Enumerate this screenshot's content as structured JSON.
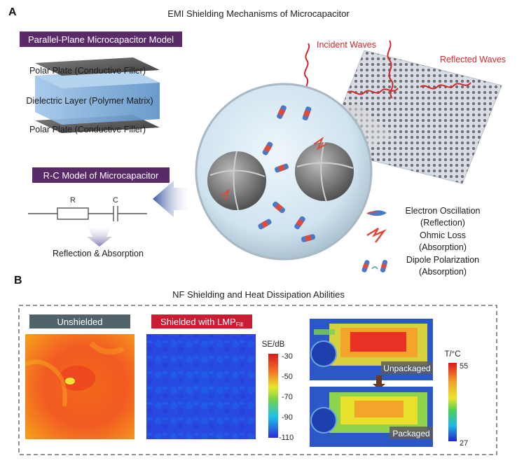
{
  "panel_a": {
    "letter": "A",
    "title": "EMI Shielding Mechanisms of Microcapacitor",
    "model_box_label": "Parallel-Plane Microcapacitor Model",
    "layers": {
      "top": "Polar Plate (Conductive Filler)",
      "middle": "Dielectric Layer (Polymer Matrix)",
      "bottom": "Polar Plate (Conductive Filler)"
    },
    "rc_box_label": "R-C Model of Microcapacitor",
    "resistor_label": "R",
    "capacitor_label": "C",
    "rc_outcome": "Reflection & Absorption",
    "incident_label": "Incident Waves",
    "reflected_label": "Reflected Waves",
    "legend": {
      "electron_title": "Electron Oscillation",
      "electron_sub": "(Reflection)",
      "ohmic_title": "Ohmic Loss",
      "ohmic_sub": "(Absorption)",
      "dipole_title": "Dipole Polarization",
      "dipole_sub": "(Absorption)"
    },
    "colors": {
      "wave_red": "#d3272e",
      "label_purple": "#5a2a68",
      "arrow_blue": "#4b63a8"
    }
  },
  "panel_b": {
    "letter": "B",
    "title": "NF Shielding and Heat Dissipation Abilities",
    "unshielded_label": "Unshielded",
    "shielded_label_main": "Shielded with LMP",
    "shielded_label_sub": "Fill",
    "se_scale": {
      "title": "SE/dB",
      "ticks": [
        "-30",
        "-50",
        "-70",
        "-90",
        "-110"
      ]
    },
    "temp_scale": {
      "title": "T/°C",
      "max": "55",
      "min": "27"
    },
    "unpackaged_label": "Unpackaged",
    "packaged_label": "Packaged",
    "colors": {
      "unshielded_tag": "#51626b",
      "shielded_tag": "#c81d32"
    }
  }
}
